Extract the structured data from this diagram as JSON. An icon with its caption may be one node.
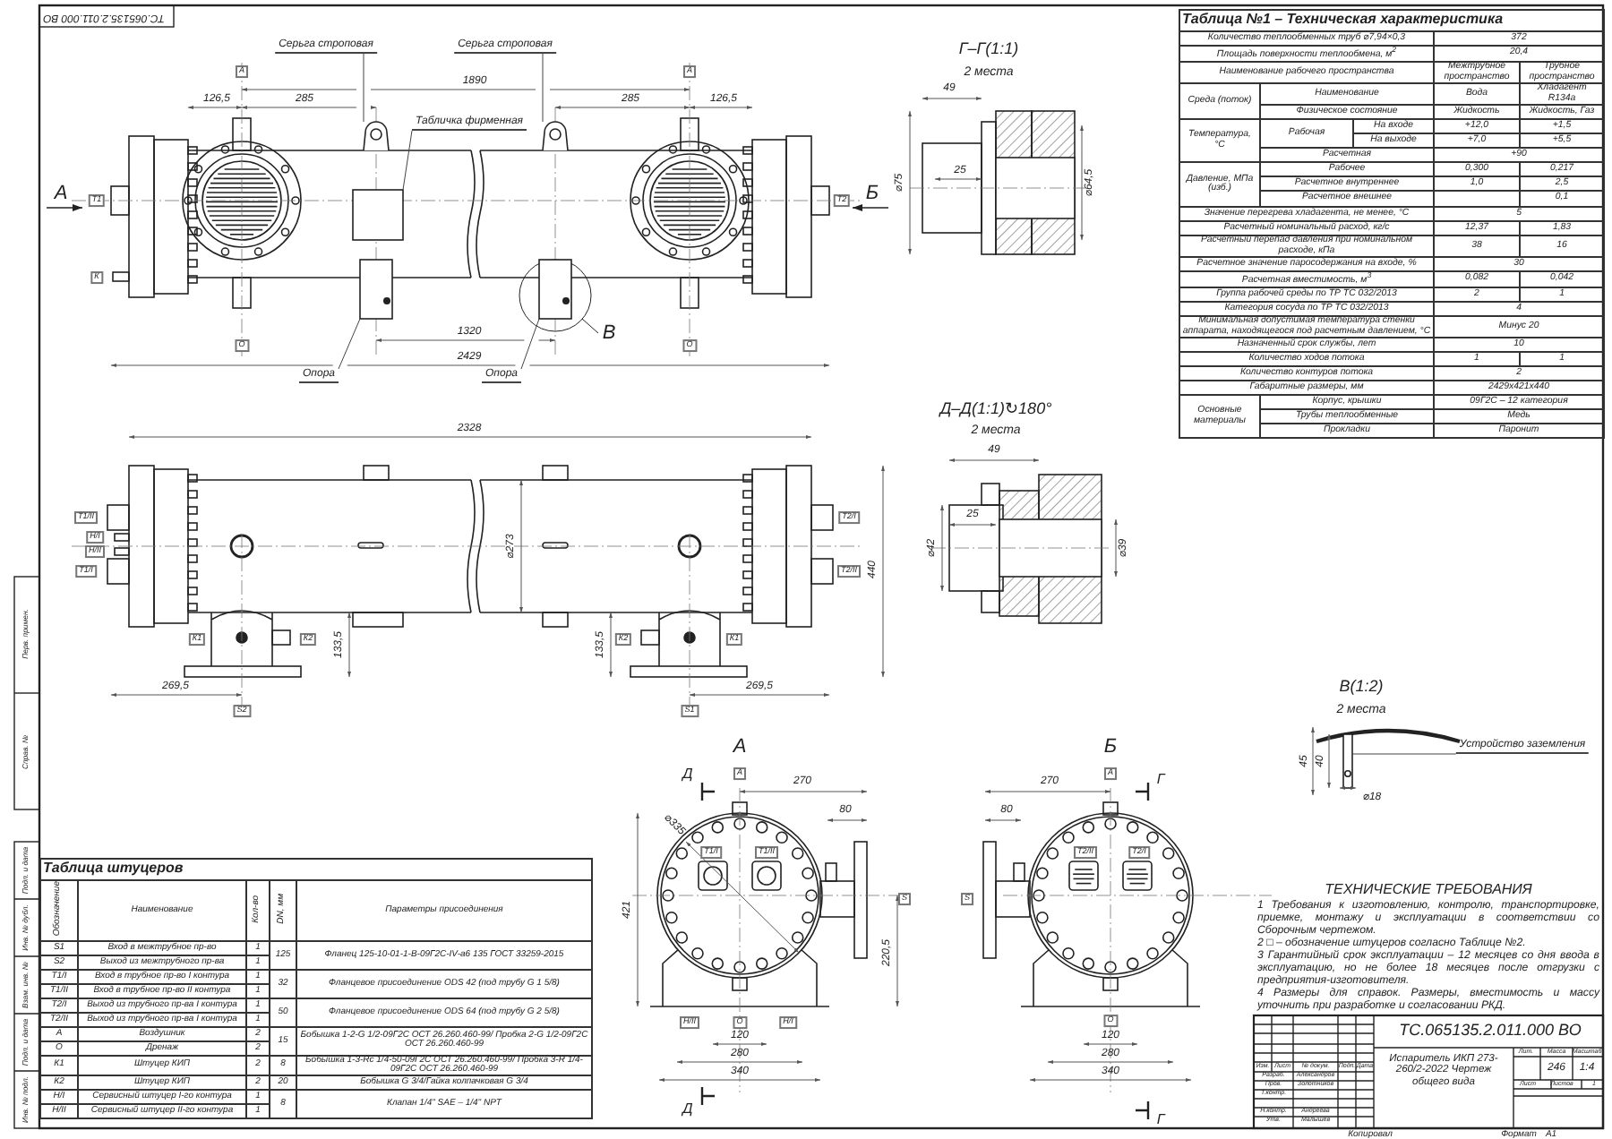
{
  "diagram": {
    "nodes": [
      {
        "text": [
          "Серьга строповая"
        ]
      },
      {
        "text": [
          "Серьга строповая"
        ]
      },
      {
        "text": [
          "Табличка фирменная"
        ]
      },
      {
        "text": [
          "Опора"
        ]
      },
      {
        "text": [
          "Опора"
        ]
      },
      {
        "text": [
          "Устройство заземления"
        ]
      },
      {
        "text": [],
        "shape": "picture"
      },
      {
        "text": [],
        "shape": "picture"
      },
      {
        "text": [],
        "shape": "box"
      },
      {
        "text": [],
        "shape": "box"
      },
      {
        "text": [],
        "shape": "box"
      },
      {
        "text": [],
        "shape": "box"
      }
    ],
    "edges": [
      {
        "from": 0,
        "to": 6,
        "arrow": "none"
      },
      {
        "from": 1,
        "to": 7,
        "arrow": "none"
      },
      {
        "from": 2,
        "to": 8,
        "arrow": "none"
      },
      {
        "from": 3,
        "to": 9,
        "arrow": "none"
      },
      {
        "from": 4,
        "to": 10,
        "arrow": "none"
      },
      {
        "from": 5,
        "to": 11,
        "arrow": "none"
      }
    ],
    "labels": [
      "ТС.065135.2.011.000 ВО",
      "1890",
      "126,5",
      "285",
      "285",
      "126,5",
      "А",
      "Б",
      "1320",
      "2429",
      "В",
      "2328",
      "⌀273",
      "440",
      "133,5",
      "133,5",
      "269,5",
      "269,5",
      "А",
      "А",
      "Т1",
      "К",
      "Т2",
      "О",
      "О",
      "Т1/II",
      "Н/I",
      "Н/II",
      "Т1/I",
      "Т2/I",
      "Т2/II",
      "К1",
      "К2",
      "К2",
      "К1",
      "S2",
      "S1",
      "Г–Г(1:1)",
      "2 места",
      "49",
      "25",
      "⌀75",
      "⌀64,5",
      "Д–Д(1:1)↻180°",
      "2 места",
      "49",
      "25",
      "⌀42",
      "⌀39",
      "В(1:2)",
      "2 места",
      "45",
      "40",
      "⌀18",
      "А",
      "Д",
      "А",
      "270",
      "80",
      "⌀335",
      "421",
      "Т1/I",
      "Т1/II",
      "S",
      "220,5",
      "Н/II",
      "О",
      "Н/I",
      "120",
      "280",
      "340",
      "Д",
      "Б",
      "270",
      "А",
      "Г",
      "80",
      "S",
      "Т2/II",
      "Т2/I",
      "О",
      "120",
      "280",
      "340",
      "Г",
      "Таблица №1 – Техническая характеристика",
      "Количество теплообменных труб ⌀7,94×0,3",
      "372",
      "Площадь поверхности теплообмена, м$^{2}$",
      "20,4",
      "Наименование рабочего пространства",
      "Межтрубное пространство",
      "Трубное пространство",
      "Среда (поток)",
      "Наименование",
      "Вода",
      "Хладагент R134a",
      "Физическое состояние",
      "Жидкость",
      "Жидкость, Газ",
      "Температура, °С",
      "Рабочая",
      "На входе",
      "+12,0",
      "+1,5",
      "На выходе",
      "+7,0",
      "+5,5",
      "Расчетная",
      "+90",
      "Давление, МПа (изб.)",
      "Рабочее",
      "0,300",
      "0,217",
      "Расчетное внутреннее",
      "1,0",
      "2,5",
      "Расчетное внешнее",
      "0,1",
      "Значение перегрева хладагента, не менее, °С",
      "5",
      "Расчетный номинальный расход, кг/с",
      "12,37",
      "1,83",
      "Расчетный перепад давления при номинальном расходе, кПа",
      "38",
      "16",
      "Расчетное значение паросодержания на входе, %",
      "30",
      "Расчетная вместимость, м$^{3}$",
      "0,082",
      "0,042",
      "Группа рабочей среды по ТР ТС 032/2013",
      "2",
      "1",
      "Категория сосуда по ТР ТС 032/2013",
      "4",
      "Минимальная допустимая температура стенки аппарата, находящегося под расчетным давлением, °С",
      "Минус 20",
      "Назначенный срок службы, лет",
      "10",
      "Количество ходов потока",
      "1",
      "1",
      "Количество контуров потока",
      "2",
      "Габаритные размеры, мм",
      "2429х421х440",
      "Основные материалы",
      "Корпус, крышки",
      "09Г2С – 12 категория",
      "Трубы теплообменные",
      "Медь",
      "Прокладки",
      "Паронит",
      "Таблица штуцеров",
      "Обозначение",
      "Наименование",
      "Кол-во",
      "DN, мм",
      "Параметры присоединения",
      "S1",
      "Вход в межтрубное пр-во",
      "1",
      "125",
      "Фланец 125-10-01-1-В-09Г2С-IV-а6 135 ГОСТ 33259-2015",
      "S2",
      "Выход из межтрубного пр-ва",
      "1",
      "Т1/I",
      "Вход в трубное пр-во I контура",
      "1",
      "32",
      "Фланцевое присоединение ODS 42 (под трубу G 1 5/8)",
      "Т1/II",
      "Вход в трубное пр-во II контура",
      "1",
      "Т2/I",
      "Выход из трубного пр-ва I контура",
      "1",
      "50",
      "Фланцевое присоединение ODS 64 (под трубу G 2 5/8)",
      "Т2/II",
      "Выход из трубного пр-ва I контура",
      "1",
      "А",
      "Воздушник",
      "2",
      "15",
      "Бобышка 1-2-G 1/2-09Г2С ОСТ 26.260.460-99/ Пробка 2-G 1/2-09Г2С ОСТ 26.260.460-99",
      "О",
      "Дренаж",
      "2",
      "К1",
      "Штуцер КИП",
      "2",
      "8",
      "Бобышка 1-3-Rc 1/4-50-09Г2С ОСТ 26.260.460-99/ Пробка 3-R 1/4-09Г2С ОСТ 26.260.460-99",
      "К2",
      "Штуцер КИП",
      "2",
      "20",
      "Бобышка G 3/4/Гайка колпачковая G 3/4",
      "Н/I",
      "Сервисный штуцер I-го контура",
      "1",
      "8",
      "Клапан 1/4\" SAE – 1/4\" NPT",
      "Н/II",
      "Сервисный штуцер II-го контура",
      "1",
      "ТЕХНИЧЕСКИЕ ТРЕБОВАНИЯ",
      "1 Требования к изготовлению, контролю, транспортировке, приемке, монтажу и эксплуатации в соответствии со Сборочным чертежом.",
      "2 □ – обозначение штуцеров согласно Таблице №2.",
      "3 Гарантийный срок эксплуатации – 12 месяцев со дня ввода в эксплуатацию, но не более 18 месяцев после отгрузки с предприятия-изготовителя.",
      "4 Размеры для справок. Размеры, вместимость и массу уточнить при разработке и согласовании РКД.",
      "ТС.065135.2.011.000 ВО",
      "Изм.",
      "Лист",
      "№ докум.",
      "Подп.",
      "Дата",
      "Разраб.",
      "Александров",
      "Пров.",
      "Золотников",
      "Т.контр.",
      "Н.контр.",
      "Андреева",
      "Утв.",
      "Малышев",
      "Испаритель ИКП 273-260/2-2022 Чертеж общего вида",
      "Лит.",
      "Масса",
      "Масштаб",
      "246",
      "1:4",
      "Лист",
      "Листов",
      "1",
      "Копировал",
      "Формат",
      "А1",
      "Перв. примен.",
      "Справ. №",
      "Подп. и дата",
      "Инв. № дубл.",
      "Взам. инв. №",
      "Подп. и дата",
      "Инв. № подл."
    ]
  }
}
